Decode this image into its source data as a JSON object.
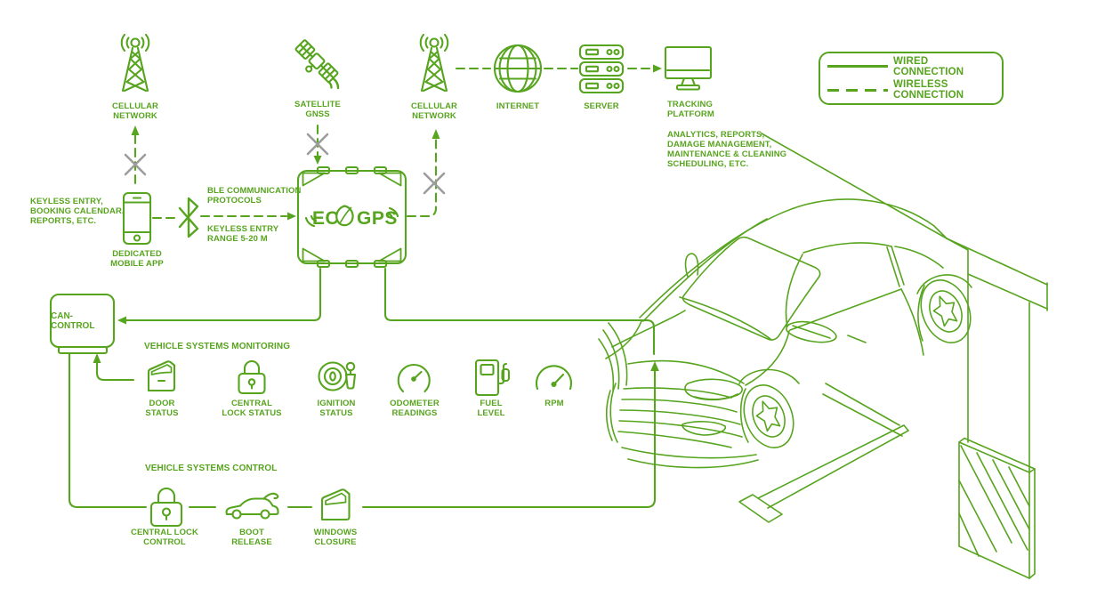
{
  "colors": {
    "accent_green": "#57a41e",
    "blocked_gray": "#9c9c9c",
    "background": "#ffffff"
  },
  "legend": {
    "wired_label": "WIRED CONNECTION",
    "wireless_label": "WIRELESS CONNECTION"
  },
  "top_chain": {
    "cellular_network_left": "CELLULAR\nNETWORK",
    "satellite": "SATELLITE\nGNSS",
    "cellular_network_right": "CELLULAR\nNETWORK",
    "internet": "INTERNET",
    "server": "SERVER",
    "tracking_platform": "TRACKING\nPLATFORM",
    "tracking_platform_note": "ANALYTICS, REPORTS,\nDAMAGE MANAGEMENT,\nMAINTENANCE & CLEANING\nSCHEDULING, ETC."
  },
  "mobile": {
    "features_note": "KEYLESS ENTRY,\nBOOKING CALENDAR,\nREPORTS, ETC.",
    "app_label": "DEDICATED\nMOBILE APP",
    "ble_note": "BLE COMMUNICATION\nPROTOCOLS",
    "ble_range_note": "KEYLESS ENTRY\nRANGE 5-20 M"
  },
  "device": {
    "logo": "ECOGPS",
    "logo_left": "EC",
    "logo_right": "GPS",
    "can_control_label": "CAN-CONTROL"
  },
  "monitoring": {
    "heading": "VEHICLE SYSTEMS MONITORING",
    "items": [
      {
        "label": "DOOR\nSTATUS",
        "icon": "car-door-icon"
      },
      {
        "label": "CENTRAL\nLOCK STATUS",
        "icon": "padlock-icon"
      },
      {
        "label": "IGNITION\nSTATUS",
        "icon": "ignition-key-icon"
      },
      {
        "label": "ODOMETER\nREADINGS",
        "icon": "gauge-icon"
      },
      {
        "label": "FUEL\nLEVEL",
        "icon": "fuel-pump-icon"
      },
      {
        "label": "RPM",
        "icon": "speedometer-icon"
      }
    ]
  },
  "control": {
    "heading": "VEHICLE SYSTEMS CONTROL",
    "items": [
      {
        "label": "CENTRAL LOCK\nCONTROL",
        "icon": "padlock-icon"
      },
      {
        "label": "BOOT\nRELEASE",
        "icon": "car-boot-icon"
      },
      {
        "label": "WINDOWS\nCLOSURE",
        "icon": "car-window-icon"
      }
    ]
  }
}
